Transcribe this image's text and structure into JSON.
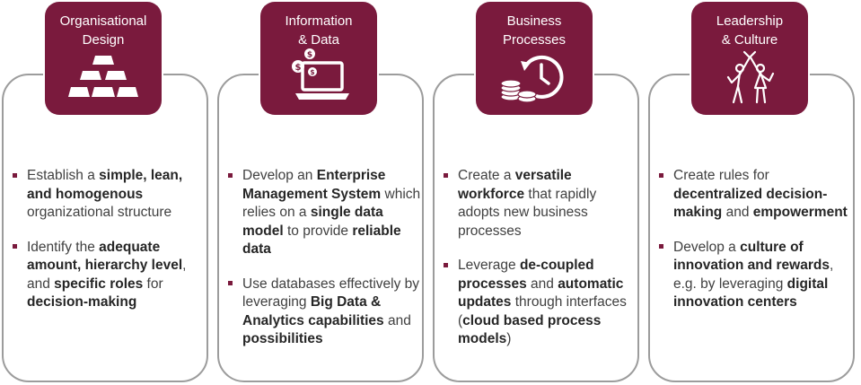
{
  "columns": [
    {
      "title_lines": [
        "Organisational",
        "Design"
      ],
      "icon": "gold-bars-icon",
      "bullets": [
        [
          {
            "t": "Establish a ",
            "b": false
          },
          {
            "t": "simple, lean, and homogenous",
            "b": true
          },
          {
            "t": " organizational structure",
            "b": false
          }
        ],
        [
          {
            "t": "Identify the ",
            "b": false
          },
          {
            "t": "adequate amount, hierarchy level",
            "b": true
          },
          {
            "t": ", and ",
            "b": false
          },
          {
            "t": "specific roles",
            "b": true
          },
          {
            "t": " for ",
            "b": false
          },
          {
            "t": "decision-making",
            "b": true
          }
        ]
      ]
    },
    {
      "title_lines": [
        "Information",
        "& Data"
      ],
      "icon": "laptop-dollar-icon",
      "bullets": [
        [
          {
            "t": "Develop an ",
            "b": false
          },
          {
            "t": "Enterprise Management System",
            "b": true
          },
          {
            "t": " which relies on a ",
            "b": false
          },
          {
            "t": "single data model",
            "b": true
          },
          {
            "t": " to provide ",
            "b": false
          },
          {
            "t": "reliable data",
            "b": true
          }
        ],
        [
          {
            "t": "Use databases effectively by leveraging ",
            "b": false
          },
          {
            "t": "Big Data & Analytics capabilities",
            "b": true
          },
          {
            "t": " and ",
            "b": false
          },
          {
            "t": "possibilities",
            "b": true
          }
        ]
      ]
    },
    {
      "title_lines": [
        "Business",
        "Processes"
      ],
      "icon": "coins-clock-icon",
      "bullets": [
        [
          {
            "t": "Create a ",
            "b": false
          },
          {
            "t": "versatile workforce",
            "b": true
          },
          {
            "t": " that rapidly adopts new business processes",
            "b": false
          }
        ],
        [
          {
            "t": "Leverage ",
            "b": false
          },
          {
            "t": "de-coupled processes",
            "b": true
          },
          {
            "t": " and ",
            "b": false
          },
          {
            "t": "automatic updates",
            "b": true
          },
          {
            "t": " through interfaces (",
            "b": false
          },
          {
            "t": "cloud based process models",
            "b": true
          },
          {
            "t": ")",
            "b": false
          }
        ]
      ]
    },
    {
      "title_lines": [
        "Leadership",
        "& Culture"
      ],
      "icon": "people-celebrating-icon",
      "bullets": [
        [
          {
            "t": "Create rules for ",
            "b": false
          },
          {
            "t": "decentralized decision-making",
            "b": true
          },
          {
            "t": " and ",
            "b": false
          },
          {
            "t": "empowerment",
            "b": true
          }
        ],
        [
          {
            "t": "Develop a ",
            "b": false
          },
          {
            "t": "culture of innovation and rewards",
            "b": true
          },
          {
            "t": ", e.g. by leveraging ",
            "b": false
          },
          {
            "t": "digital innovation centers",
            "b": true
          }
        ]
      ]
    }
  ],
  "colors": {
    "accent": "#7a1a3d",
    "border": "#9c9c9c",
    "text": "#404040"
  }
}
